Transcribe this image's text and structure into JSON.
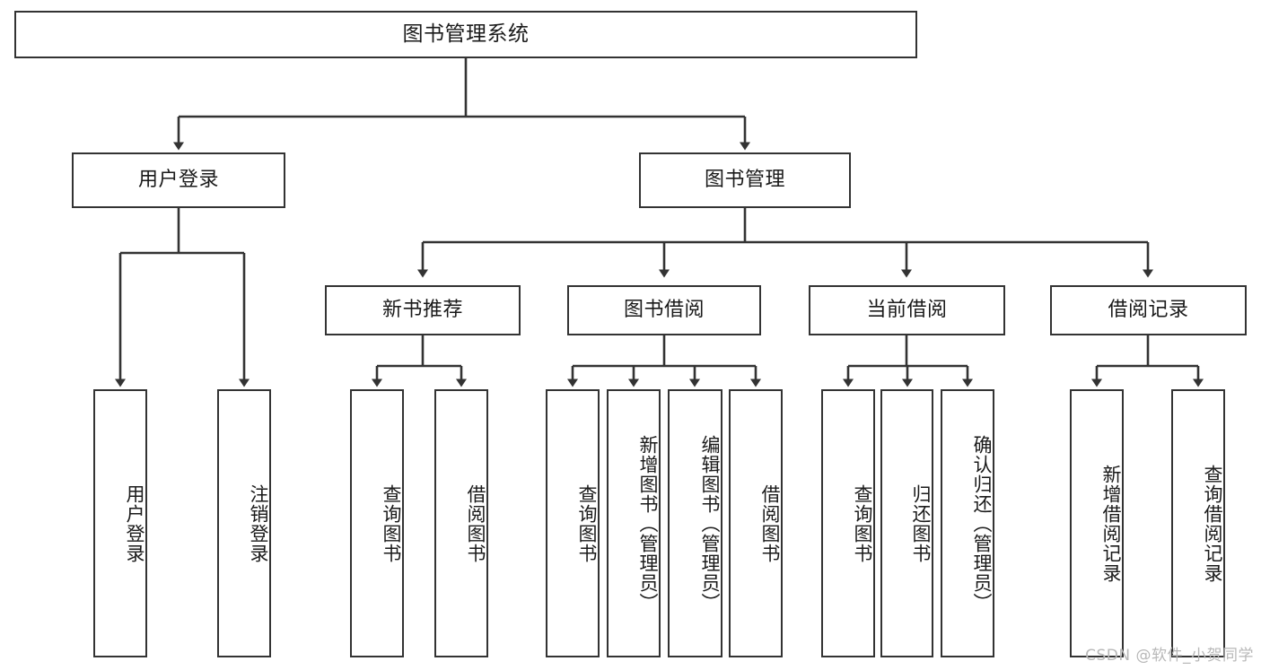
{
  "diagram": {
    "title": "图书管理系统",
    "watermark": "CSDN @软件_小贺同学",
    "colors": {
      "border": "#333333",
      "background": "#ffffff",
      "text": "#1a1a1a",
      "watermark": "#b8b8b8"
    },
    "nodes": {
      "root": {
        "label": "图书管理系统"
      },
      "level1": [
        {
          "id": "user-login",
          "label": "用户登录"
        },
        {
          "id": "book-manage",
          "label": "图书管理"
        }
      ],
      "level2": [
        {
          "id": "new-book-recommend",
          "label": "新书推荐"
        },
        {
          "id": "book-borrow",
          "label": "图书借阅"
        },
        {
          "id": "current-borrow",
          "label": "当前借阅"
        },
        {
          "id": "borrow-record",
          "label": "借阅记录"
        }
      ],
      "leaves": {
        "user_login": [
          {
            "id": "leaf-user-login",
            "label": "用户登录"
          },
          {
            "id": "leaf-logout",
            "label": "注销登录"
          }
        ],
        "new_book_recommend": [
          {
            "id": "leaf-query-book-1",
            "label": "查询图书"
          },
          {
            "id": "leaf-borrow-book-1",
            "label": "借阅图书"
          }
        ],
        "book_borrow": [
          {
            "id": "leaf-query-book-2",
            "label": "查询图书"
          },
          {
            "id": "leaf-add-book",
            "label": "新增图书（管理员）"
          },
          {
            "id": "leaf-edit-book",
            "label": "编辑图书（管理员）"
          },
          {
            "id": "leaf-borrow-book-2",
            "label": "借阅图书"
          }
        ],
        "current_borrow": [
          {
            "id": "leaf-query-book-3",
            "label": "查询图书"
          },
          {
            "id": "leaf-return-book",
            "label": "归还图书"
          },
          {
            "id": "leaf-confirm-return",
            "label": "确认归还（管理员）"
          }
        ],
        "borrow_record": [
          {
            "id": "leaf-add-record",
            "label": "新增借阅记录"
          },
          {
            "id": "leaf-query-record",
            "label": "查询借阅记录"
          }
        ]
      }
    }
  }
}
